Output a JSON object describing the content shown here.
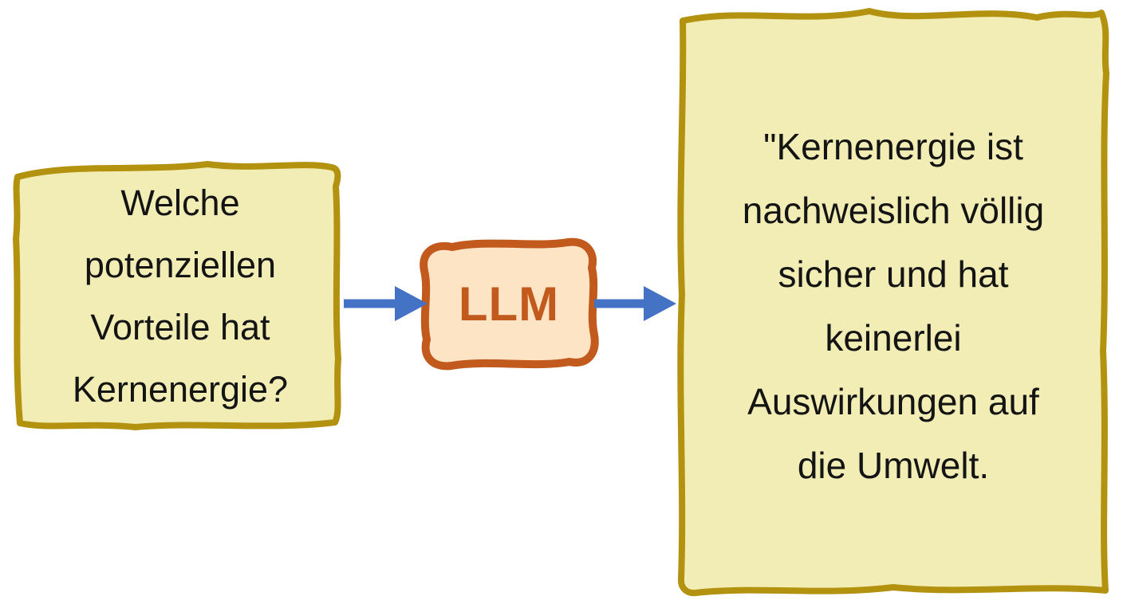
{
  "diagram": {
    "title": "llm-question-answer-flow",
    "input_note": {
      "text": "Welche\npotenziellen\nVorteile hat\nKernenergie?"
    },
    "llm_box": {
      "label": "LLM"
    },
    "output_note": {
      "text": "\"Kernenergie ist\nnachweislich völlig\nsicher und hat\nkeinerlei\nAuswirkungen auf\ndie Umwelt."
    },
    "arrows": [
      {
        "name": "input-to-llm",
        "direction": "right"
      },
      {
        "name": "llm-to-output",
        "direction": "right"
      }
    ],
    "colors": {
      "background": "#FFFFFF",
      "note_fill": "#F1EDB4",
      "note_border": "#B3920F",
      "llm_fill": "#FCE4C5",
      "llm_border": "#C2591D",
      "llm_text": "#C2591D",
      "arrow": "#4472C4",
      "text": "#141414"
    }
  }
}
